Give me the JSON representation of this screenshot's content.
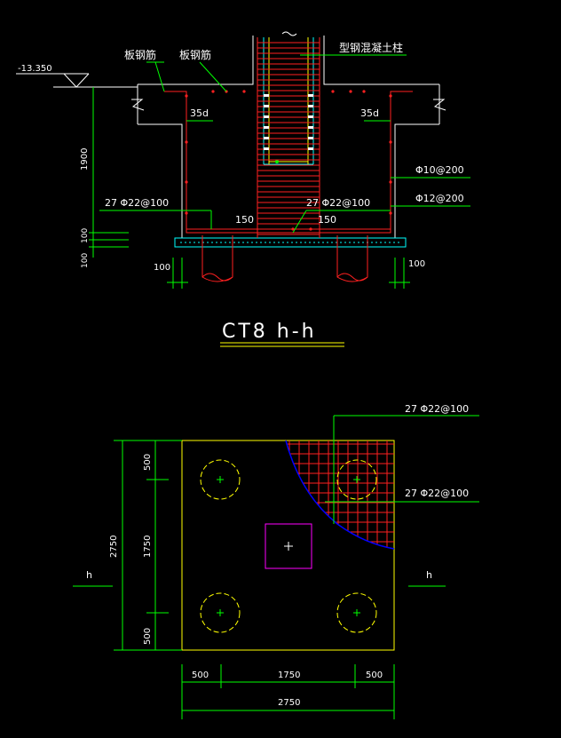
{
  "section": {
    "elevation": "-13.350",
    "label_plate_rebar_1": "板钢筋",
    "label_plate_rebar_2": "板钢筋",
    "label_column": "型钢混凝土柱",
    "anchor_left": "35d",
    "anchor_right": "35d",
    "dim_depth": "1900",
    "dim_100a": "100",
    "dim_100b": "100",
    "dim_100_left": "100",
    "dim_100_right": "100",
    "rebar_left": "27  Φ22@100",
    "rebar_mid": "27  Φ22@100",
    "rebar_right_1": "Φ10@200",
    "rebar_right_2": "Φ12@200",
    "dim_150_left": "150",
    "dim_150_right": "150",
    "title": "CT8 h-h"
  },
  "plan": {
    "rebar_top": "27  Φ22@100",
    "rebar_mid": "27  Φ22@100",
    "dim_left_top": "500",
    "dim_left_mid": "1750",
    "dim_left_bot": "500",
    "dim_total_left": "2750",
    "dim_bottom_left": "500",
    "dim_bottom_mid": "1750",
    "dim_bottom_right": "500",
    "dim_total_bottom": "2750",
    "cut_left": "h",
    "cut_right": "h"
  },
  "colors": {
    "background": "#000000",
    "outline": "#ffffff",
    "rebar": "#ff2020",
    "dimension": "#00ff00",
    "pile": "#ffff00",
    "column_box": "#ff00ff",
    "cut_arc": "#0000ff",
    "concrete": "#00ffff"
  }
}
